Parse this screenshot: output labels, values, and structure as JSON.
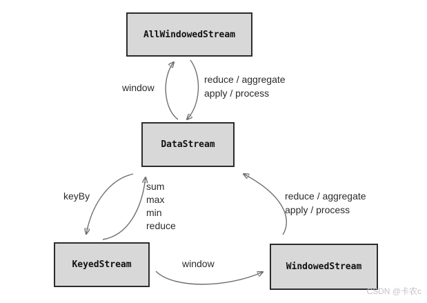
{
  "diagram": {
    "nodes": {
      "all_windowed": {
        "label": "AllWindowedStream"
      },
      "data": {
        "label": "DataStream"
      },
      "keyed": {
        "label": "KeyedStream"
      },
      "windowed": {
        "label": "WindowedStream"
      }
    },
    "edges": {
      "window_top": {
        "from": "DataStream",
        "to": "AllWindowedStream",
        "label": "window"
      },
      "reduce_top": {
        "from": "AllWindowedStream",
        "to": "DataStream",
        "label": "reduce / aggregate\napply / process"
      },
      "keyby": {
        "from": "DataStream",
        "to": "KeyedStream",
        "label": "keyBy"
      },
      "aggregations": {
        "from": "KeyedStream",
        "to": "DataStream",
        "label": "sum\nmax\nmin\nreduce"
      },
      "window_bottom": {
        "from": "KeyedStream",
        "to": "WindowedStream",
        "label": "window"
      },
      "reduce_right": {
        "from": "WindowedStream",
        "to": "DataStream",
        "label": "reduce / aggregate\napply / process"
      }
    }
  },
  "watermark": "CSDN @卡农c",
  "colors": {
    "background": "#ffffff",
    "box_fill": "#d8d8d8",
    "box_border": "#2b2b2b",
    "arrow": "#6e6e6e",
    "label_text": "#2a2a2a",
    "node_text": "#111111",
    "watermark": "#c3c3c3"
  }
}
